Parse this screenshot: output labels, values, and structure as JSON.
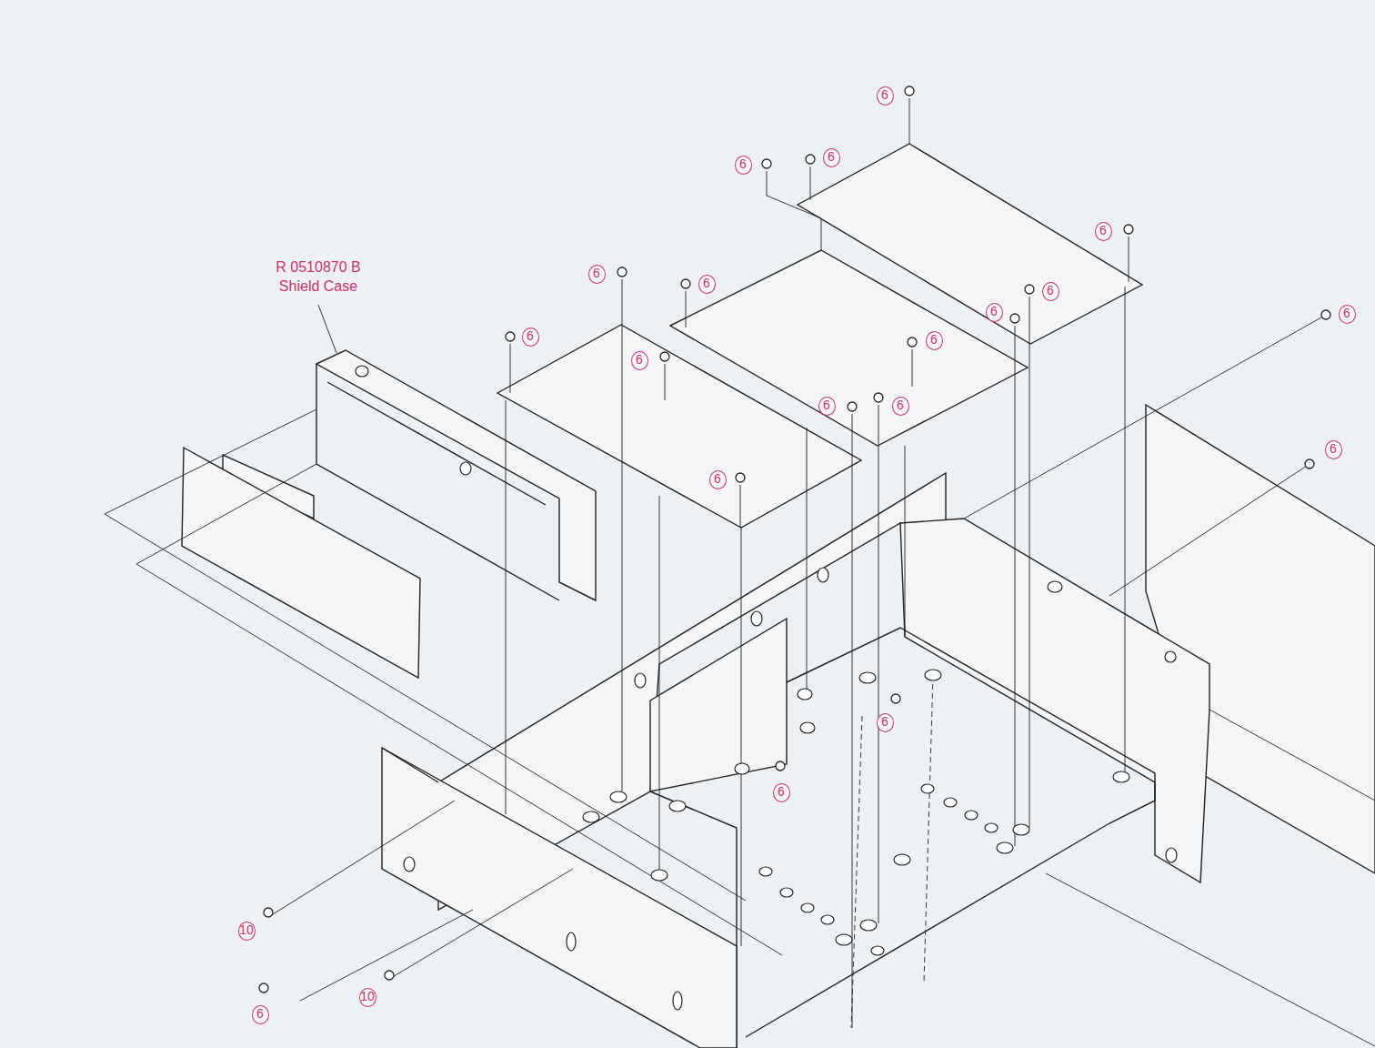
{
  "diagram": {
    "labels": [
      "R 0510870 B",
      "Shield Case",
      "6",
      "6",
      "6",
      "6",
      "6",
      "6",
      "6",
      "6",
      "6",
      "6",
      "6",
      "6",
      "6",
      "6",
      "6",
      "6",
      "6",
      "6",
      "10",
      "10",
      "6"
    ]
  }
}
